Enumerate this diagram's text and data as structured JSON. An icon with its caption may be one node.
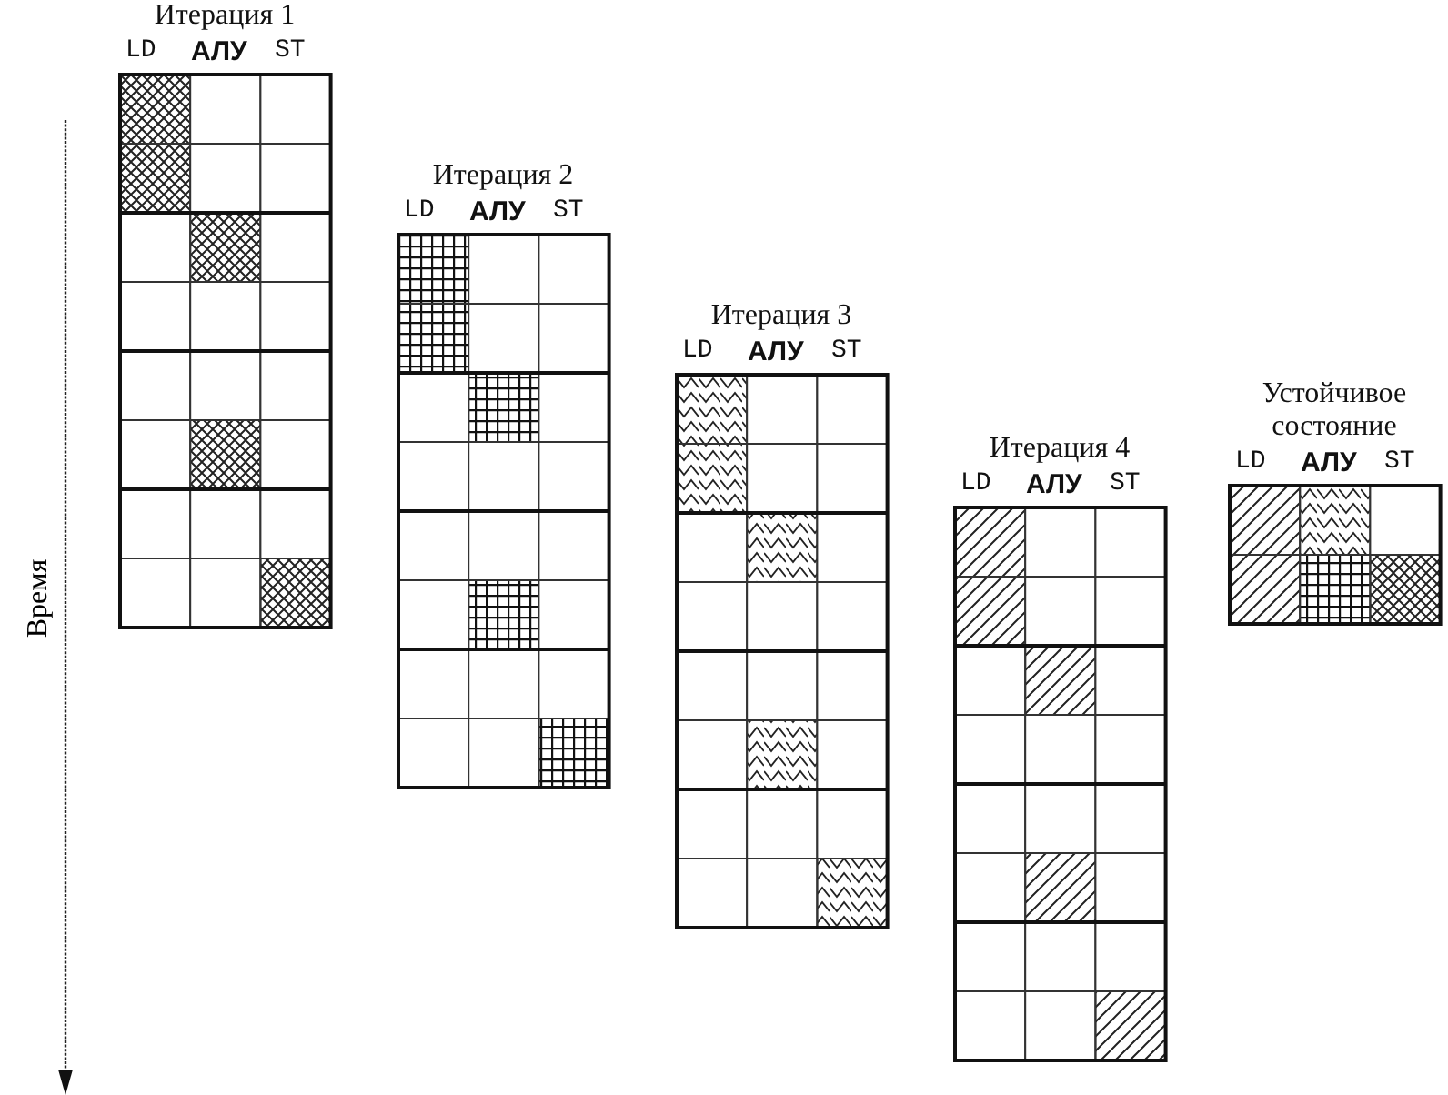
{
  "diagram": {
    "nodes": [
      {
        "text": [
          "Итерация 1",
          "LD",
          "АЛУ",
          "ST"
        ]
      },
      {
        "text": [
          "Итерация 2",
          "LD",
          "АЛУ",
          "ST"
        ]
      },
      {
        "text": [
          "Итерация 3",
          "LD",
          "АЛУ",
          "ST"
        ]
      },
      {
        "text": [
          "Итерация 4",
          "LD",
          "АЛУ",
          "ST"
        ]
      },
      {
        "text": [
          "Устойчивое состояние",
          "LD",
          "АЛУ",
          "ST"
        ]
      }
    ],
    "labels": [
      "Время"
    ]
  }
}
